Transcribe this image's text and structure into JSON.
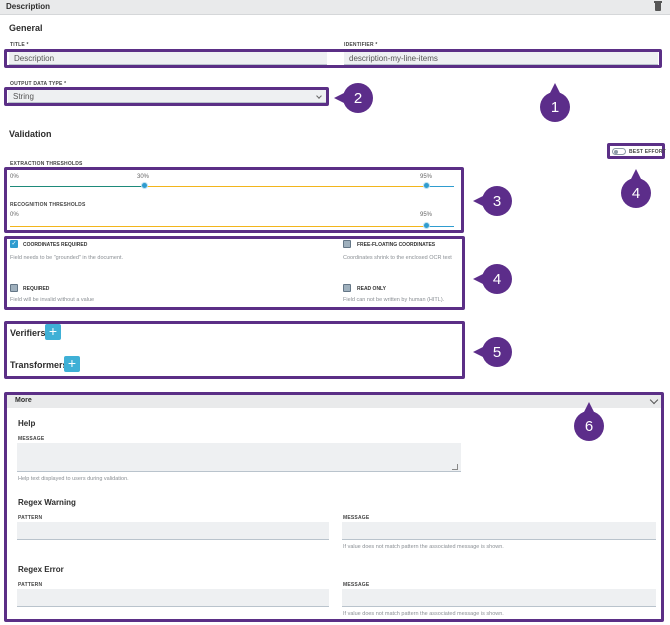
{
  "header": {
    "title": "Description"
  },
  "general": {
    "title": "General",
    "title_label": "TITLE *",
    "title_value": "Description",
    "identifier_label": "IDENTIFIER *",
    "identifier_value": "description-my-line-items",
    "output_type_label": "OUTPUT DATA TYPE *",
    "output_type_value": "String"
  },
  "validation": {
    "title": "Validation",
    "best_effort_label": "BEST EFFORT",
    "extraction_label": "EXTRACTION THRESHOLDS",
    "extraction_min": "0%",
    "extraction_low": "30%",
    "extraction_high": "95%",
    "recognition_label": "RECOGNITION THRESHOLDS",
    "recognition_min": "0%",
    "recognition_high": "95%",
    "coords_required_label": "COORDINATES REQUIRED",
    "coords_required_help": "Field needs to be \"grounded\" in the document.",
    "free_floating_label": "FREE-FLOATING COORDINATES",
    "free_floating_help": "Coordinates shrink to the enclosed OCR text",
    "required_label": "REQUIRED",
    "required_help": "Field will be invalid without a value",
    "readonly_label": "READ ONLY",
    "readonly_help": "Field can not be written by human (HITL)."
  },
  "verifiers": {
    "title": "Verifiers",
    "add": "+"
  },
  "transformers": {
    "title": "Transformers",
    "add": "+"
  },
  "more": {
    "title": "More",
    "help_title": "Help",
    "help_message_label": "MESSAGE",
    "help_hint": "Help text displayed to users during validation.",
    "regex_warning_title": "Regex Warning",
    "warning_pattern_label": "PATTERN",
    "warning_message_label": "MESSAGE",
    "warning_hint": "If value does not match pattern the associated message is shown.",
    "regex_error_title": "Regex Error",
    "error_pattern_label": "PATTERN",
    "error_message_label": "MESSAGE",
    "error_hint": "If value does not match pattern the associated message is shown."
  },
  "callouts": {
    "c1": "1",
    "c2": "2",
    "c3": "3",
    "c4a": "4",
    "c4b": "4",
    "c5": "5",
    "c6": "6"
  },
  "colors": {
    "accent": "#2f9ccf",
    "annotation": "#5b2f86",
    "extraction_track_left": "#1e8a7a",
    "threshold_track": "#f2b51c"
  },
  "icons": {
    "trash": "trash-icon",
    "chevron": "chevron-down-icon",
    "check": "check-icon",
    "plus": "plus-icon"
  }
}
